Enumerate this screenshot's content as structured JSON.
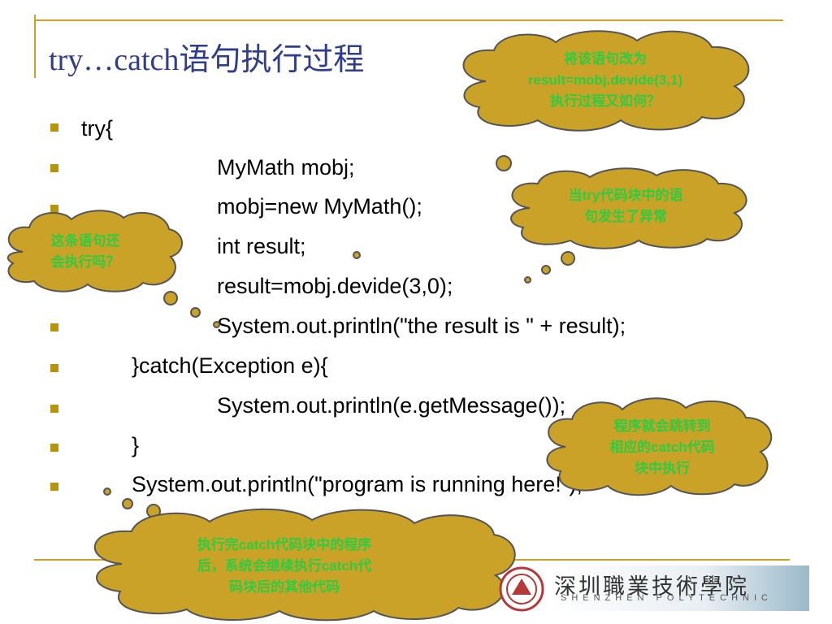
{
  "slide": {
    "title": "try…catch语句执行过程",
    "code_lines": [
      "try{",
      "MyMath mobj;",
      "mobj=new MyMath();",
      "int result;",
      "result=mobj.devide(3,0);",
      "System.out.println(\"the result is \" + result);",
      "}catch(Exception e){",
      "System.out.println(e.getMessage());",
      "}",
      "System.out.println(\"program is running here!\");"
    ]
  },
  "callouts": {
    "top_right": [
      "将该语句改为",
      "result=mobj.devide(3,1)",
      "执行过程又如何？"
    ],
    "right_mid": [
      "当try代码块中的语",
      "句发生了异常"
    ],
    "left": [
      "这条语句还",
      "会执行吗？"
    ],
    "right_low": [
      "程序就会跳转到",
      "相应的catch代码",
      "块中执行"
    ],
    "bottom": [
      "执行完catch代码块中的程序",
      "后，系统会继续执行catch代",
      "码块后的其他代码"
    ]
  },
  "logo": {
    "name": "深圳職業技術學院",
    "english": "SHENZHEN POLYTECHNIC"
  },
  "colors": {
    "cloud_fill": "#c9a227",
    "cloud_text": "#2ecc40",
    "title": "#2f3d8c",
    "accent": "#c9a227"
  }
}
